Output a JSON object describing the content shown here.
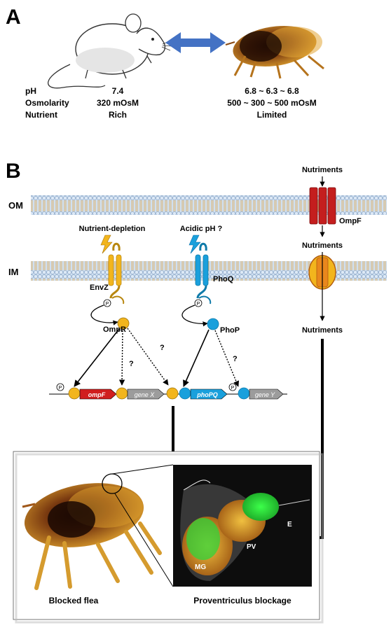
{
  "panel_a": {
    "label": "A",
    "conditions": {
      "row_labels": [
        "pH",
        "Osmolarity",
        "Nutrient"
      ],
      "mouse_values": [
        "7.4",
        "320 mOsM",
        "Rich"
      ],
      "flea_values": [
        "6.8 ~ 6.3 ~ 6.8",
        "500 ~ 300 ~ 500 mOsM",
        "Limited"
      ]
    }
  },
  "panel_b": {
    "label": "B",
    "membranes": {
      "outer": "OM",
      "inner": "IM"
    },
    "signals": {
      "nutrient": "Nutrient-depletion",
      "acid": "Acidic pH ?"
    },
    "proteins": {
      "envz": "EnvZ",
      "phoq": "PhoQ",
      "ompr": "OmpR",
      "phop": "PhoP",
      "ompf": "OmpF",
      "phospho": "P"
    },
    "nutriments": {
      "top": "Nutriments",
      "middle": "Nutriments",
      "bottom": "Nutriments"
    },
    "question_mark": "?",
    "genes": {
      "ompf": "ompF",
      "gene_x": "gene X",
      "phopq": "phoPQ",
      "gene_y": "gene Y"
    },
    "photos": {
      "flea_caption": "Blocked flea",
      "micro_caption": "Proventriculus blockage",
      "micro_labels": {
        "mg": "MG",
        "pv": "PV",
        "e": "E"
      }
    }
  },
  "colors": {
    "arrow_blue": "#4472c4",
    "envz_yellow": "#f2b51d",
    "phoq_blue": "#1aa0dc",
    "ompf_red": "#c41e1e",
    "membrane_blue": "#c7d9ef",
    "gene_grey": "#9c9c9c"
  }
}
